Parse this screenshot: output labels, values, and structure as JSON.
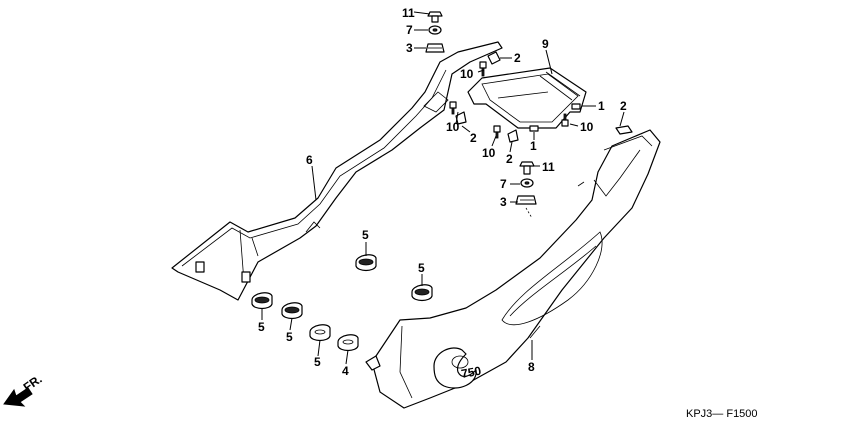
{
  "callouts": {
    "c1a": "1",
    "c1b": "1",
    "c2a": "2",
    "c2b": "2",
    "c2c": "2",
    "c2d": "2",
    "c3a": "3",
    "c3b": "3",
    "c4": "4",
    "c5a": "5",
    "c5b": "5",
    "c5c": "5",
    "c5d": "5",
    "c5e": "5",
    "c6": "6",
    "c7a": "7",
    "c7b": "7",
    "c8": "8",
    "c9": "9",
    "c10a": "10",
    "c10b": "10",
    "c10c": "10",
    "c10d": "10",
    "c11a": "11",
    "c11b": "11"
  },
  "direction_label": "FR.",
  "figure_code": "KPJ3— F1500",
  "emblem_text": "750"
}
